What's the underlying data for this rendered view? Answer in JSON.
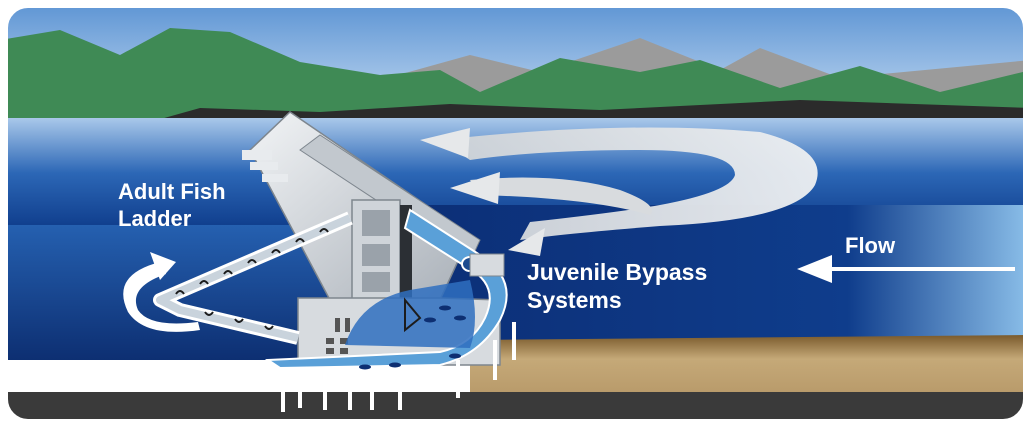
{
  "labels": {
    "fish_ladder": [
      "Adult Fish",
      "Ladder"
    ],
    "bypass": [
      "Juvenile Bypass",
      "Systems"
    ],
    "flow": "Flow"
  },
  "colors": {
    "sky": "#6aa0d8",
    "mountains_green": "#3f8a55",
    "mountains_gray": "#9a9a9a",
    "water_deep": "#0f3a86",
    "water_light": "#7fb2e0",
    "riverbed": "#b89a6a",
    "ground": "#3a3a3a",
    "dam": "#d9dde2",
    "flow_arrow": "#e6e8ea"
  },
  "icons": [
    "dam-structure",
    "fish-ladder",
    "flow-arrow",
    "fish-icon",
    "return-arrow"
  ]
}
